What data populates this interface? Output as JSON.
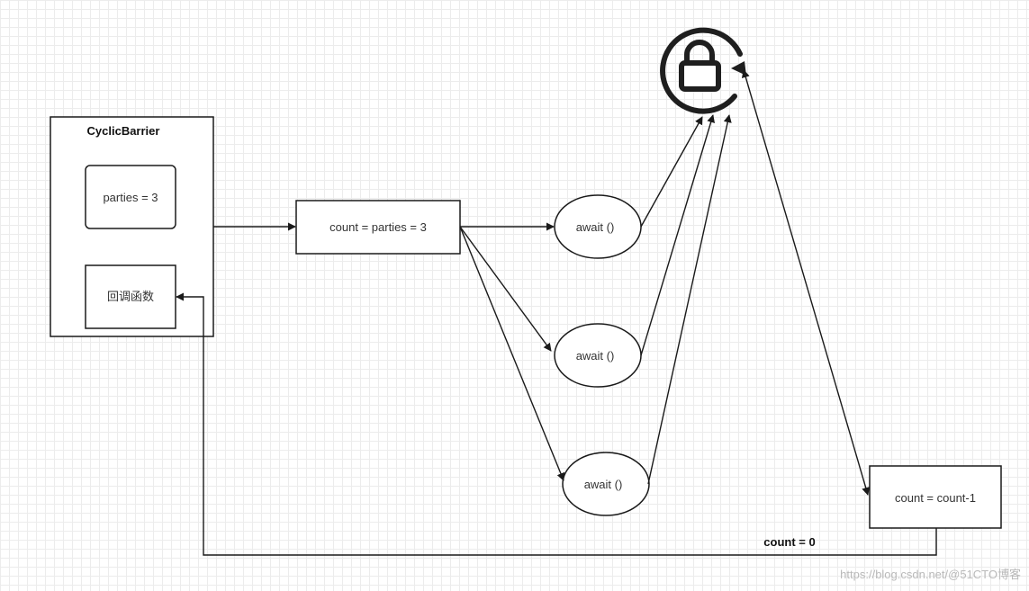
{
  "diagram": {
    "container": {
      "title": "CyclicBarrier"
    },
    "parties_box": {
      "label": "parties = 3"
    },
    "callback_box": {
      "label": "回调函数"
    },
    "count_init_box": {
      "label": "count = parties = 3"
    },
    "await_nodes": [
      {
        "label": "await  ()"
      },
      {
        "label": "await  ()"
      },
      {
        "label": "await  ()"
      }
    ],
    "lock": {
      "icon": "lock-icon"
    },
    "count_decrement_box": {
      "label": "count = count-1"
    },
    "return_edge": {
      "label": "count = 0"
    }
  },
  "watermark": {
    "text": "https://blog.csdn.net/@51CTO博客"
  }
}
